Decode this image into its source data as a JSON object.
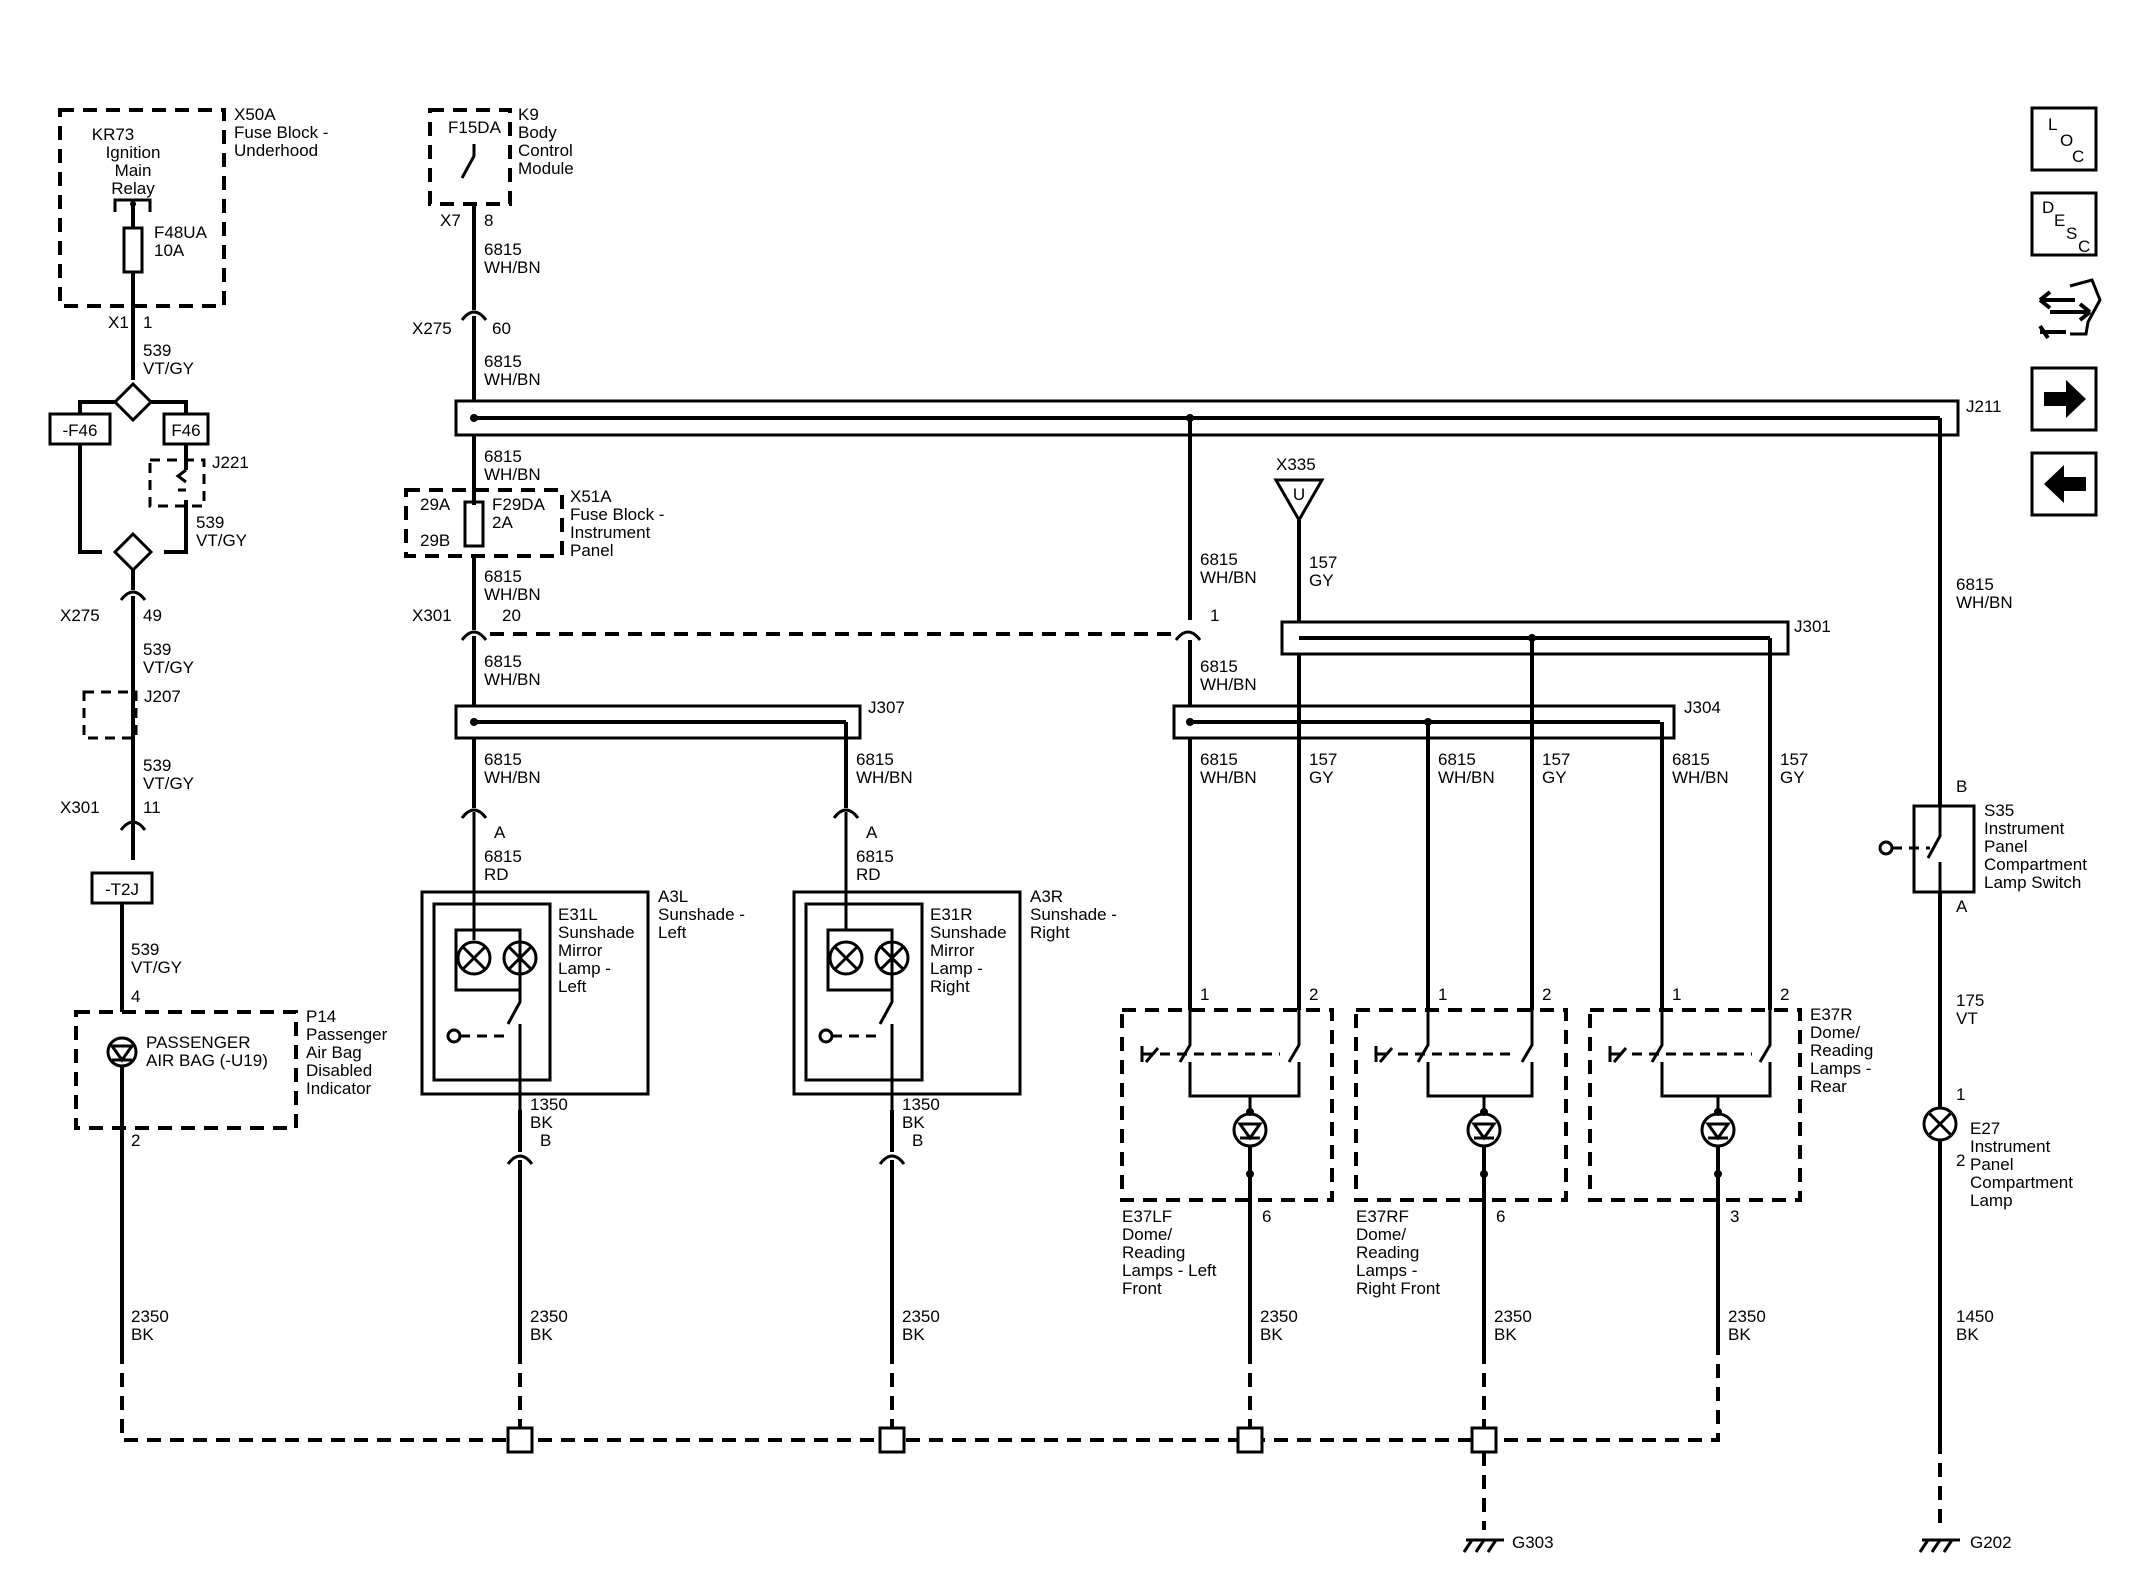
{
  "nav": {
    "loc_label": [
      "L",
      "O",
      "C"
    ],
    "desc_label": [
      "D",
      "E",
      "S",
      "C"
    ]
  },
  "components": {
    "kr73": [
      "KR73",
      "Ignition",
      "Main",
      "Relay"
    ],
    "x50a": [
      "X50A",
      "Fuse Block -",
      "Underhood"
    ],
    "f48ua": [
      "F48UA",
      "10A"
    ],
    "f15da": "F15DA",
    "k9": [
      "K9",
      "Body",
      "Control",
      "Module"
    ],
    "x51a": [
      "X51A",
      "Fuse Block -",
      "Instrument",
      "Panel"
    ],
    "f29da": [
      "F29DA",
      "2A"
    ],
    "a3l": [
      "A3L",
      "Sunshade -",
      "Left"
    ],
    "e31l": [
      "E31L",
      "Sunshade",
      "Mirror",
      "Lamp -",
      "Left"
    ],
    "a3r": [
      "A3R",
      "Sunshade -",
      "Right"
    ],
    "e31r": [
      "E31R",
      "Sunshade",
      "Mirror",
      "Lamp -",
      "Right"
    ],
    "p14": [
      "P14",
      "Passenger",
      "Air Bag",
      "Disabled",
      "Indicator"
    ],
    "p14_inner": [
      "PASSENGER",
      "AIR BAG (-U19)"
    ],
    "e37lf": [
      "E37LF",
      "Dome/",
      "Reading",
      "Lamps - Left",
      "Front"
    ],
    "e37rf": [
      "E37RF",
      "Dome/",
      "Reading",
      "Lamps -",
      "Right Front"
    ],
    "e37r": [
      "E37R",
      "Dome/",
      "Reading",
      "Lamps -",
      "Rear"
    ],
    "s35": [
      "S35",
      "Instrument",
      "Panel",
      "Compartment",
      "Lamp Switch"
    ],
    "e27": [
      "E27",
      "Instrument",
      "Panel",
      "Compartment",
      "Lamp"
    ]
  },
  "connectors": {
    "x1": "X1",
    "x7": "X7",
    "x275": "X275",
    "x301": "X301",
    "x335": "X335",
    "u": "U",
    "neg_f46": "-F46",
    "f46": "F46",
    "neg_t2j": "-T2J",
    "j221": "J221",
    "j207": "J207",
    "j211": "J211",
    "j301": "J301",
    "j304": "J304",
    "j307": "J307",
    "g303": "G303",
    "g202": "G202"
  },
  "pins": {
    "p1": "1",
    "p2": "2",
    "p3": "3",
    "p4": "4",
    "p6": "6",
    "p8": "8",
    "p11": "11",
    "p20": "20",
    "p49": "49",
    "p60": "60",
    "pA": "A",
    "pB": "B",
    "p29A": "29A",
    "p29B": "29B"
  },
  "wires": {
    "c539": "539",
    "c6815": "6815",
    "c157": "157",
    "c1350": "1350",
    "c2350": "2350",
    "c175": "175",
    "c1450": "1450",
    "vtgy": "VT/GY",
    "whbn": "WH/BN",
    "gy": "GY",
    "rd": "RD",
    "bk": "BK",
    "vt": "VT"
  }
}
